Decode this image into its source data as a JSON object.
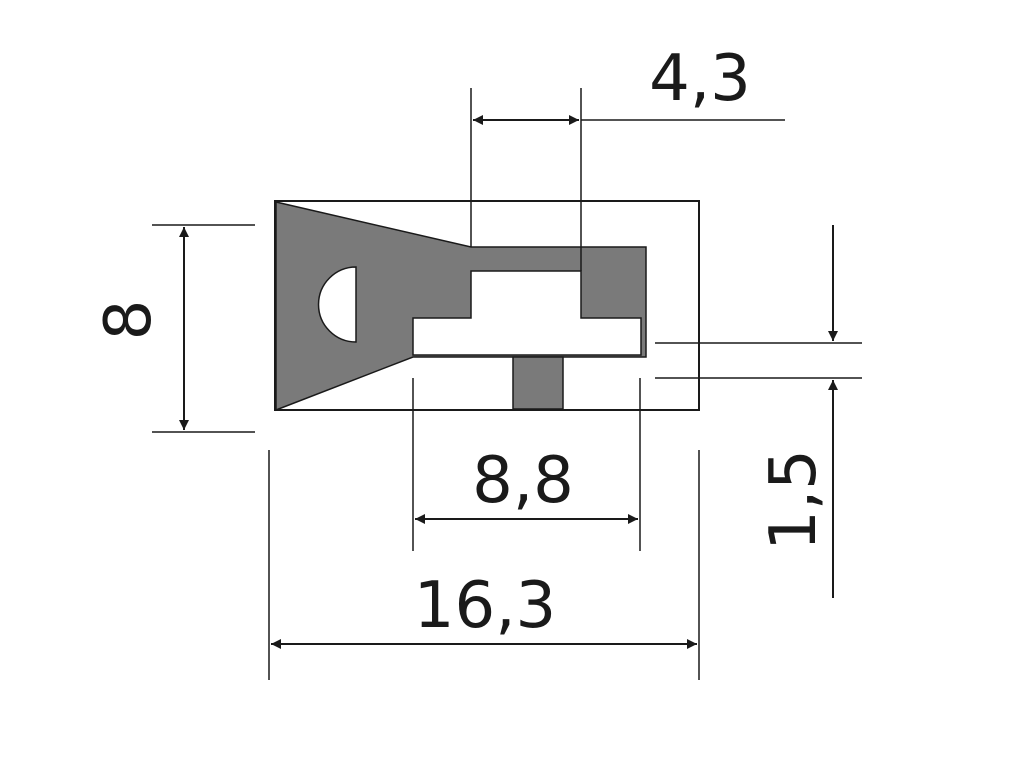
{
  "dimensions": {
    "top_width": "4,3",
    "height": "8",
    "inner_width": "8,8",
    "overall_width": "16,3",
    "slot_height": "1,5"
  },
  "colors": {
    "profile_fill": "#7a7a7a",
    "line": "#1a1a1a",
    "background": "#ffffff"
  }
}
